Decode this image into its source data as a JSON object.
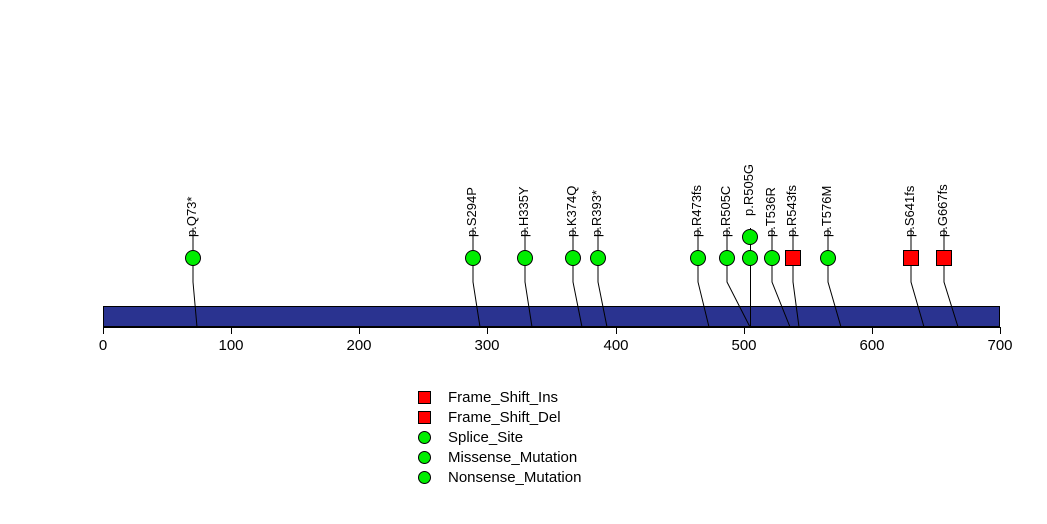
{
  "chart_data": {
    "type": "lollipop",
    "title": "",
    "xlabel": "",
    "ylabel": "",
    "xlim": [
      0,
      700
    ],
    "x_ticks": [
      0,
      100,
      200,
      300,
      400,
      500,
      600,
      700
    ],
    "x_tick_labels": [
      "0",
      "100",
      "200",
      "300",
      "400",
      "500",
      "600",
      "700"
    ],
    "grid": false,
    "protein_length": 700,
    "backbone_color": "#2a3390",
    "mutations": [
      {
        "label": "p.Q73*",
        "position": 73,
        "count": 1,
        "type": "Nonsense_Mutation",
        "shape": "circle",
        "color": "#00ee00"
      },
      {
        "label": "p.S294P",
        "position": 294,
        "count": 1,
        "type": "Missense_Mutation",
        "shape": "circle",
        "color": "#00ee00"
      },
      {
        "label": "p.H335Y",
        "position": 335,
        "count": 1,
        "type": "Missense_Mutation",
        "shape": "circle",
        "color": "#00ee00"
      },
      {
        "label": "p.K374Q",
        "position": 374,
        "count": 1,
        "type": "Missense_Mutation",
        "shape": "circle",
        "color": "#00ee00"
      },
      {
        "label": "p.R393*",
        "position": 393,
        "count": 1,
        "type": "Nonsense_Mutation",
        "shape": "circle",
        "color": "#00ee00"
      },
      {
        "label": "p.R473fs",
        "position": 473,
        "count": 1,
        "type": "Frame_Shift_Del",
        "shape": "circle",
        "color": "#00ee00"
      },
      {
        "label": "p.R505C",
        "position": 505,
        "count": 1,
        "type": "Missense_Mutation",
        "shape": "circle",
        "color": "#00ee00"
      },
      {
        "label": "p.R505G",
        "position": 505,
        "count": 2,
        "type": "Missense_Mutation",
        "shape": "circle",
        "color": "#00ee00"
      },
      {
        "label": "p.T536R",
        "position": 536,
        "count": 1,
        "type": "Missense_Mutation",
        "shape": "circle",
        "color": "#00ee00"
      },
      {
        "label": "p.R543fs",
        "position": 543,
        "count": 1,
        "type": "Frame_Shift_Ins",
        "shape": "square",
        "color": "#ff0000"
      },
      {
        "label": "p.T576M",
        "position": 576,
        "count": 1,
        "type": "Missense_Mutation",
        "shape": "circle",
        "color": "#00ee00"
      },
      {
        "label": "p.S641fs",
        "position": 641,
        "count": 1,
        "type": "Frame_Shift_Del",
        "shape": "square",
        "color": "#ff0000"
      },
      {
        "label": "p.G667fs",
        "position": 667,
        "count": 1,
        "type": "Frame_Shift_Del",
        "shape": "square",
        "color": "#ff0000"
      }
    ],
    "legend": {
      "position": "bottom-center",
      "entries": [
        {
          "label": "Frame_Shift_Ins",
          "shape": "square",
          "color": "#ff0000"
        },
        {
          "label": "Frame_Shift_Del",
          "shape": "square",
          "color": "#ff0000"
        },
        {
          "label": "Splice_Site",
          "shape": "circle",
          "color": "#00ee00"
        },
        {
          "label": "Missense_Mutation",
          "shape": "circle",
          "color": "#00ee00"
        },
        {
          "label": "Nonsense_Mutation",
          "shape": "circle",
          "color": "#00ee00"
        }
      ]
    }
  }
}
